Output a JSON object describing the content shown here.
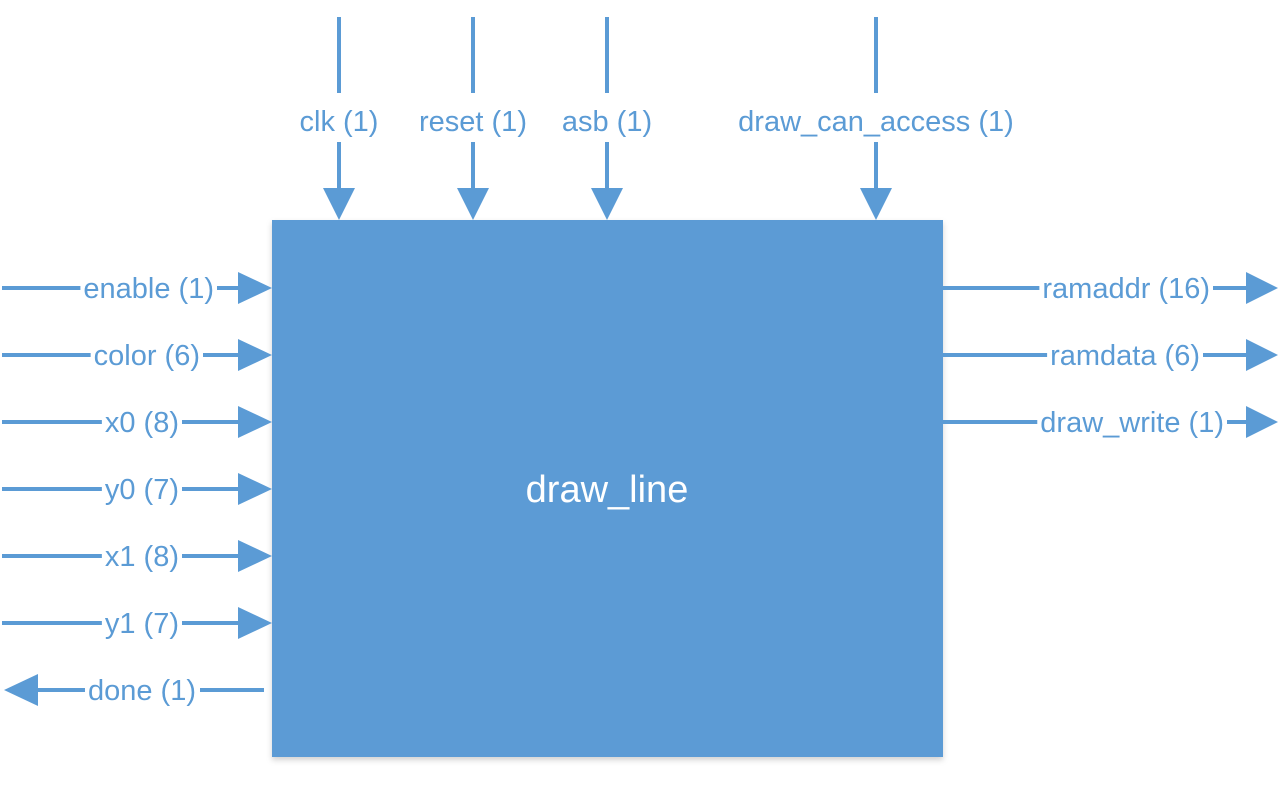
{
  "colors": {
    "block_fill": "#5b9bd5",
    "wire": "#5b9bd5",
    "title_text": "#ffffff",
    "background": "#ffffff"
  },
  "module": {
    "name": "draw_line"
  },
  "signals": {
    "top": [
      {
        "id": "clk",
        "label": "clk (1)",
        "direction": "in"
      },
      {
        "id": "reset",
        "label": "reset (1)",
        "direction": "in"
      },
      {
        "id": "asb",
        "label": "asb (1)",
        "direction": "in"
      },
      {
        "id": "draw-can-access",
        "label": "draw_can_access (1)",
        "direction": "in"
      }
    ],
    "left": [
      {
        "id": "enable",
        "label": "enable (1)",
        "direction": "in"
      },
      {
        "id": "color",
        "label": "color (6)",
        "direction": "in"
      },
      {
        "id": "x0",
        "label": "x0 (8)",
        "direction": "in"
      },
      {
        "id": "y0",
        "label": "y0 (7)",
        "direction": "in"
      },
      {
        "id": "x1",
        "label": "x1 (8)",
        "direction": "in"
      },
      {
        "id": "y1",
        "label": "y1 (7)",
        "direction": "in"
      },
      {
        "id": "done",
        "label": "done (1)",
        "direction": "out"
      }
    ],
    "right": [
      {
        "id": "ramaddr",
        "label": "ramaddr (16)",
        "direction": "out"
      },
      {
        "id": "ramdata",
        "label": "ramdata (6)",
        "direction": "out"
      },
      {
        "id": "draw-write",
        "label": "draw_write (1)",
        "direction": "out"
      }
    ]
  }
}
